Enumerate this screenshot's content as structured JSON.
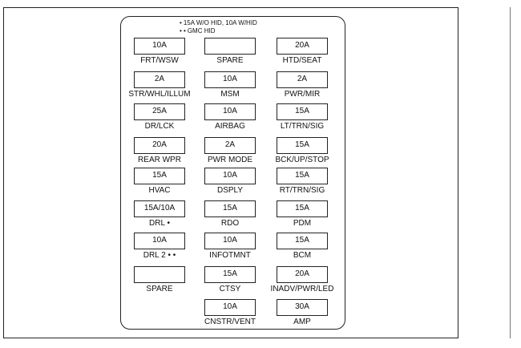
{
  "notes": [
    {
      "mark": "•",
      "text": "15A W/O HID, 10A W/HID"
    },
    {
      "mark": "• •",
      "text": "GMC HID"
    }
  ],
  "fuses": [
    {
      "id": "frt-wsw",
      "rating": "10A",
      "label": "FRT/WSW"
    },
    {
      "id": "spare-top",
      "rating": "",
      "label": "SPARE"
    },
    {
      "id": "htd-seat",
      "rating": "20A",
      "label": "HTD/SEAT"
    },
    {
      "id": "str-whl-illum",
      "rating": "2A",
      "label": "STR/WHL/ILLUM"
    },
    {
      "id": "msm",
      "rating": "10A",
      "label": "MSM"
    },
    {
      "id": "pwr-mir",
      "rating": "2A",
      "label": "PWR/MIR"
    },
    {
      "id": "dr-lck",
      "rating": "25A",
      "label": "DR/LCK"
    },
    {
      "id": "airbag",
      "rating": "10A",
      "label": "AIRBAG"
    },
    {
      "id": "lt-trn-sig",
      "rating": "15A",
      "label": "LT/TRN/SIG"
    },
    {
      "id": "rear-wpr",
      "rating": "20A",
      "label": "REAR WPR"
    },
    {
      "id": "pwr-mode",
      "rating": "2A",
      "label": "PWR MODE"
    },
    {
      "id": "bck-up-stop",
      "rating": "15A",
      "label": "BCK/UP/STOP"
    },
    {
      "id": "hvac",
      "rating": "15A",
      "label": "HVAC"
    },
    {
      "id": "dsply",
      "rating": "10A",
      "label": "DSPLY"
    },
    {
      "id": "rt-trn-sig",
      "rating": "15A",
      "label": "RT/TRN/SIG"
    },
    {
      "id": "drl",
      "rating": "15A/10A",
      "label": "DRL •"
    },
    {
      "id": "rdo",
      "rating": "15A",
      "label": "RDO"
    },
    {
      "id": "pdm",
      "rating": "15A",
      "label": "PDM"
    },
    {
      "id": "drl-2",
      "rating": "10A",
      "label": "DRL 2 • •"
    },
    {
      "id": "infotmnt",
      "rating": "10A",
      "label": "INFOTMNT"
    },
    {
      "id": "bcm",
      "rating": "15A",
      "label": "BCM"
    },
    {
      "id": "spare-bottom",
      "rating": "",
      "label": "SPARE"
    },
    {
      "id": "ctsy",
      "rating": "15A",
      "label": "CTSY"
    },
    {
      "id": "inadv-pwr-led",
      "rating": "20A",
      "label": "INADV/PWR/LED"
    },
    {
      "id": "cnstr-vent",
      "rating": "10A",
      "label": "CNSTR/VENT"
    },
    {
      "id": "amp",
      "rating": "30A",
      "label": "AMP"
    }
  ]
}
